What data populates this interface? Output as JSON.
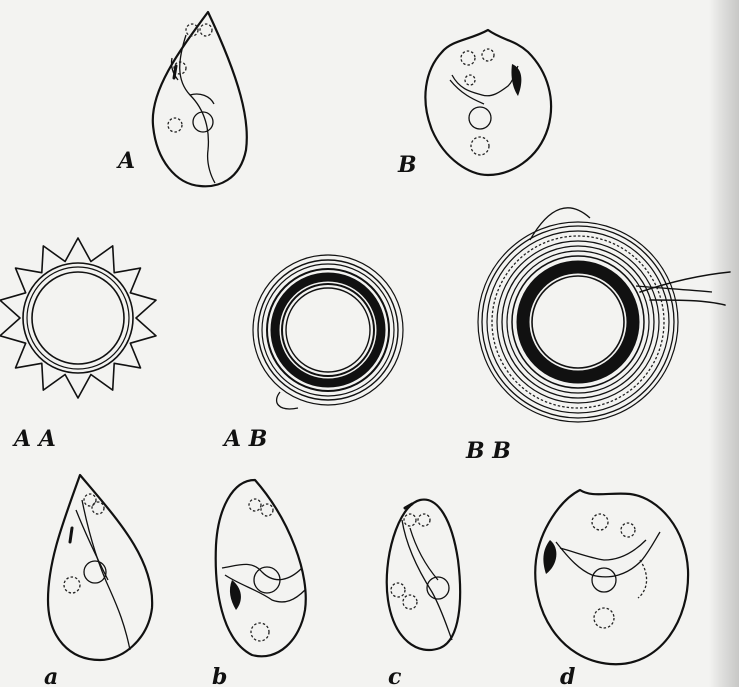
{
  "figures": [
    {
      "id": "A",
      "label": "A"
    },
    {
      "id": "B",
      "label": "B"
    },
    {
      "id": "AA",
      "label": "A A"
    },
    {
      "id": "AB",
      "label": "A B"
    },
    {
      "id": "BB",
      "label": "B B"
    },
    {
      "id": "a",
      "label": "a"
    },
    {
      "id": "b",
      "label": "b"
    },
    {
      "id": "c",
      "label": "c"
    },
    {
      "id": "d",
      "label": "d"
    }
  ]
}
